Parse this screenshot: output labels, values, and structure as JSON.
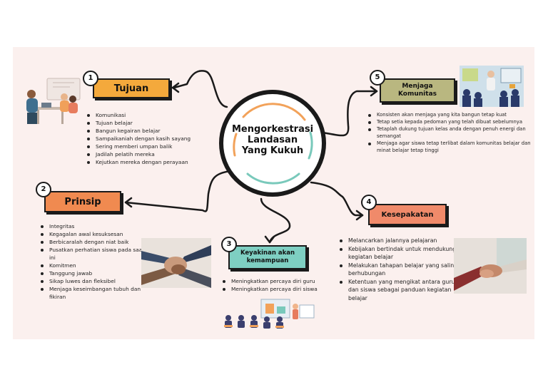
{
  "center_title": [
    "Mengorkestrasi",
    "Landasan",
    "Yang Kukuh"
  ],
  "nodes": [
    {
      "number": "1",
      "title": "Tujuan",
      "color": "#f4a93c",
      "items": [
        "Komunikasi",
        "Tujuan belajar",
        "Bangun kegairan belajar",
        "Sampaikaniah dengan kasih sayang",
        "Sering memberi umpan balik",
        "Jadilah pelatih mereka",
        "Kejutkan mereka dengan perayaan"
      ]
    },
    {
      "number": "2",
      "title": "Prinsip",
      "color": "#f08a50",
      "items": [
        "Integritas",
        "Kegagalan awal kesuksesan",
        "Berbicaralah dengan niat baik",
        "Pusatkan perhatian siswa pada saat ini",
        "Komitmen",
        "Tanggung jawab",
        "Sikap luwes dan fleksibel",
        "Menjaga keseimbangan tubuh dan fikiran"
      ]
    },
    {
      "number": "3",
      "title": "Keyakinan akan kemampuan",
      "color": "#7ecfc2",
      "items": [
        "Meningkatkan percaya diri guru",
        "Meningkatkan percaya diri siswa"
      ]
    },
    {
      "number": "4",
      "title": "Kesepakatan",
      "color": "#f08a6a",
      "items": [
        "Melancarkan jalannya pelajaran",
        "Kebijakan bertindak untuk mendukung kegiatan belajar",
        "Melakukan tahapan belajar yang saling berhubungan",
        "Ketentuan yang mengikat antara guru dan siswa sebagai panduan kegiatan belajar"
      ]
    },
    {
      "number": "5",
      "title": "Menjaga Komunitas",
      "color": "#b9b780",
      "items": [
        "Konsisten akan menjaga yang kita bangun tetap kuat",
        "Tetap setia kepada pedoman yang telah dibuat sebelumnya",
        "Tetaplah dukung tujuan kelas anda dengan penuh energi dan semangat",
        "Menjaga agar siswa tetap terlibat dalam komunitas belajar dan minat belajar tetap tinggi"
      ]
    }
  ],
  "colors": {
    "background": "#fbf0ee",
    "ring_orange": "#f2a25a",
    "ring_teal": "#79c9bb",
    "line": "#1a1a1a"
  },
  "icons": [
    "people-meeting-illustration",
    "joined-hands-photo",
    "classroom-presentation-illustration",
    "handshake-photo",
    "classroom-photo"
  ]
}
